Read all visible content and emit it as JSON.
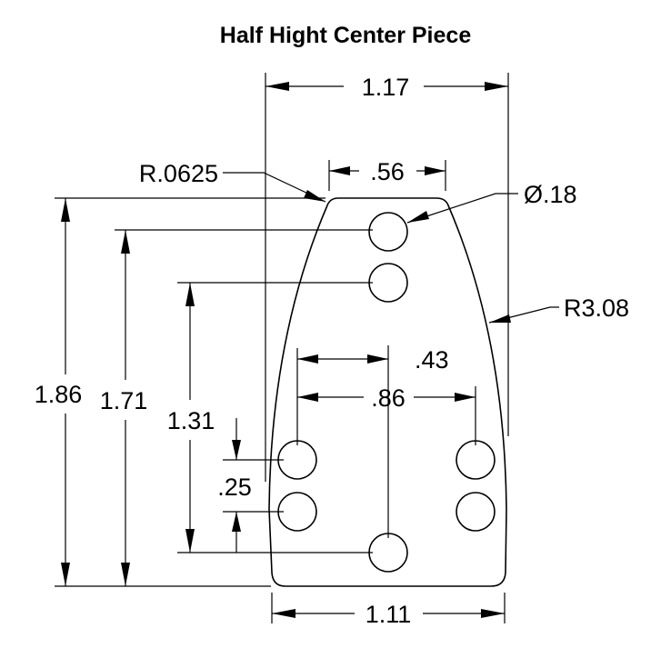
{
  "title": "Half Hight Center Piece",
  "dimensions": {
    "overall_top_width": "1.17",
    "top_flat_width": ".56",
    "corner_radius": "R.0625",
    "hole_diameter": "Ø.18",
    "side_radius": "R3.08",
    "half_hole_spacing": ".43",
    "hole_spacing": ".86",
    "overall_height": "1.86",
    "top_hole_height": "1.71",
    "hole_vertical_span": "1.31",
    "hole_pair_spacing": ".25",
    "bottom_width": "1.11"
  }
}
